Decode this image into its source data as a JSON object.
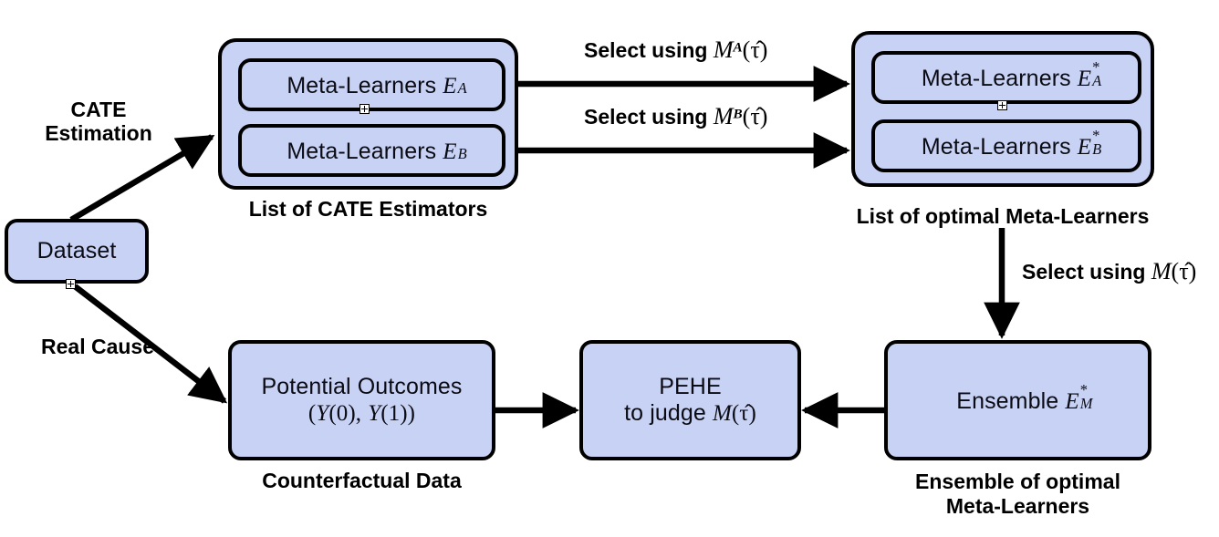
{
  "diagram": {
    "title": "CATE meta-learner selection and ensembling pipeline",
    "colors": {
      "box_fill": "#c8d2f4",
      "box_stroke": "#000000",
      "background": "#ffffff",
      "text": "#0b0b14"
    },
    "nodes": {
      "dataset": {
        "label": "Dataset"
      },
      "cate_list": {
        "caption": "List of CATE Estimators",
        "items": [
          {
            "text": "Meta-Learners",
            "symbol": "E",
            "sub": "A",
            "sup": ""
          },
          {
            "text": "Meta-Learners",
            "symbol": "E",
            "sub": "B",
            "sup": ""
          }
        ]
      },
      "optimal_list": {
        "caption": "List of optimal Meta-Learners",
        "items": [
          {
            "text": "Meta-Learners",
            "symbol": "E",
            "sub": "A",
            "sup": "*"
          },
          {
            "text": "Meta-Learners",
            "symbol": "E",
            "sub": "B",
            "sup": "*"
          }
        ]
      },
      "potential_outcomes": {
        "caption": "Counterfactual Data",
        "line1": "Potential Outcomes",
        "line2_open": "(",
        "line2_y0": "Y",
        "line2_a": "(0),",
        "line2_y1": "Y",
        "line2_b": "(1))"
      },
      "pehe": {
        "line1": "PEHE",
        "line2": "to judge",
        "symbol": "M",
        "arg": "(τ̂)"
      },
      "ensemble": {
        "caption_line1": "Ensemble of optimal",
        "caption_line2": "Meta-Learners",
        "text": "Ensemble",
        "symbol": "E",
        "sub": "M",
        "sup": "*"
      }
    },
    "edges": {
      "cate_estimation": {
        "line1": "CATE",
        "line2": "Estimation"
      },
      "real_cause": {
        "label": "Real Cause"
      },
      "select_a": {
        "prefix": "Select using",
        "symbol": "M",
        "sup": "A",
        "arg": "(τ̂)"
      },
      "select_b": {
        "prefix": "Select using",
        "symbol": "M",
        "sup": "B",
        "arg": "(τ̂)"
      },
      "select_m": {
        "prefix": "Select using",
        "symbol": "M",
        "sup": "",
        "arg": "(τ̂)"
      }
    }
  }
}
